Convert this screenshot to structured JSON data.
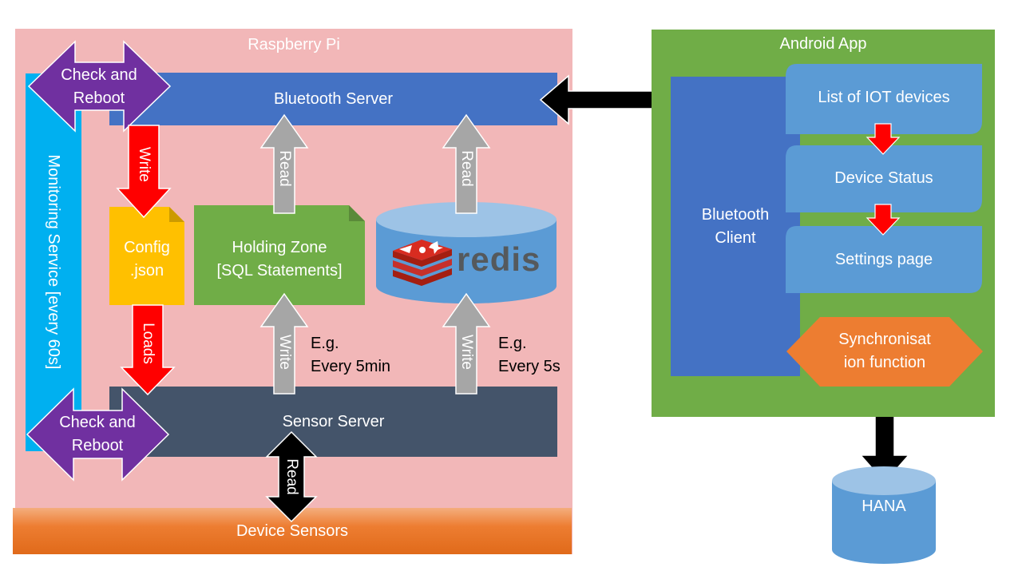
{
  "raspberry_pi": {
    "title": "Raspberry Pi",
    "monitoring_service": "Monitoring Service [every 60s]",
    "check_reboot_top": [
      "Check and",
      "Reboot"
    ],
    "check_reboot_bottom": [
      "Check and",
      "Reboot"
    ],
    "bluetooth_server": "Bluetooth Server",
    "sensor_server": "Sensor Server",
    "device_sensors": "Device Sensors",
    "config": [
      "Config",
      ".json"
    ],
    "holding_zone": [
      "Holding Zone",
      "[SQL Statements]"
    ],
    "redis_logo": "redis",
    "arrow_write": "Write",
    "arrow_loads": "Loads",
    "arrow_read_holding": "Read",
    "arrow_read_redis": "Read",
    "arrow_write_holding": "Write",
    "arrow_write_redis": "Write",
    "arrow_read_sensors": "Read",
    "holding_interval": [
      "E.g.",
      "Every 5min"
    ],
    "redis_interval": [
      "E.g.",
      "Every 5s"
    ]
  },
  "android_app": {
    "title": "Android App",
    "bluetooth_client": [
      "Bluetooth",
      "Client"
    ],
    "list_iot": "List of IOT devices",
    "device_status": "Device Status",
    "settings_page": "Settings page",
    "sync_function": [
      "Synchronisat",
      "ion function"
    ]
  },
  "hana": "HANA",
  "colors": {
    "pi_bg": "#F2B7B8",
    "android_bg": "#70AD47",
    "bluetooth_blue": "#4472C4",
    "sensor_dark": "#44546A",
    "device_orange": "#ED7D31",
    "monitor_cyan": "#00B0F0",
    "purple": "#7030A0",
    "config_yellow": "#FFC000",
    "holding_green": "#70AD47",
    "light_blue": "#5B9BD5",
    "arrow_red": "#FF0000",
    "arrow_grey": "#A6A6A6",
    "arrow_black": "#000000",
    "redis_red": "#C6302B"
  }
}
